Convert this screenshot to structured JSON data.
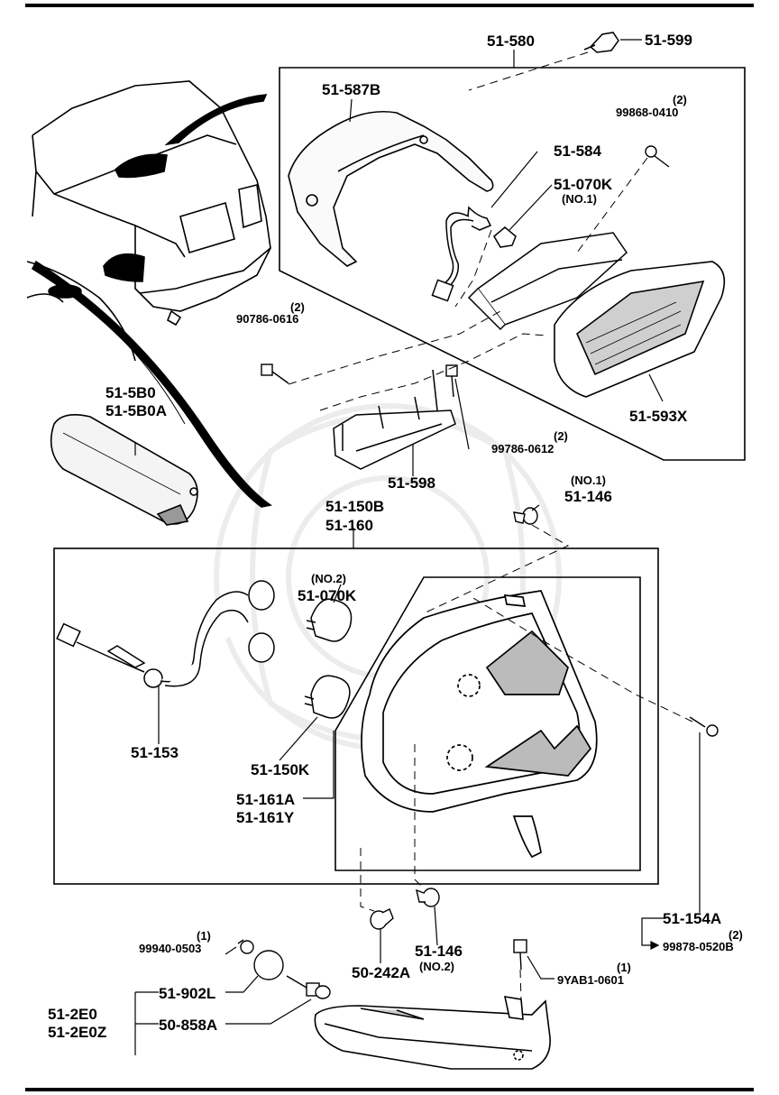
{
  "parts": {
    "p51_580": "51-580",
    "p51_599": "51-599",
    "p51_587B": "51-587B",
    "p99868": "99868-0410",
    "p99868_qty": "(2)",
    "p51_584": "51-584",
    "p51_070K_1": "51-070K",
    "p51_070K_1_note": "(NO.1)",
    "p90786": "90786-0616",
    "p90786_qty": "(2)",
    "p51_5B0": "51-5B0",
    "p51_5B0A": "51-5B0A",
    "p51_593X": "51-593X",
    "p99786": "99786-0612",
    "p99786_qty": "(2)",
    "p51_598": "51-598",
    "p51_150B": "51-150B",
    "p51_160": "51-160",
    "p51_146_top": "51-146",
    "p51_146_top_note": "(NO.1)",
    "p51_070K_2": "51-070K",
    "p51_070K_2_note": "(NO.2)",
    "p51_153": "51-153",
    "p51_150K": "51-150K",
    "p51_161A": "51-161A",
    "p51_161Y": "51-161Y",
    "p51_154A": "51-154A",
    "p99878": "99878-0520B",
    "p99878_qty": "(2)",
    "p99940": "99940-0503",
    "p99940_qty": "(1)",
    "p50_242A": "50-242A",
    "p51_146_bot": "51-146",
    "p51_146_bot_note": "(NO.2)",
    "p9YAB1": "9YAB1-0601",
    "p9YAB1_qty": "(1)",
    "p51_902L": "51-902L",
    "p51_2E0": "51-2E0",
    "p51_2E0Z": "51-2E0Z",
    "p50_858A": "50-858A"
  }
}
